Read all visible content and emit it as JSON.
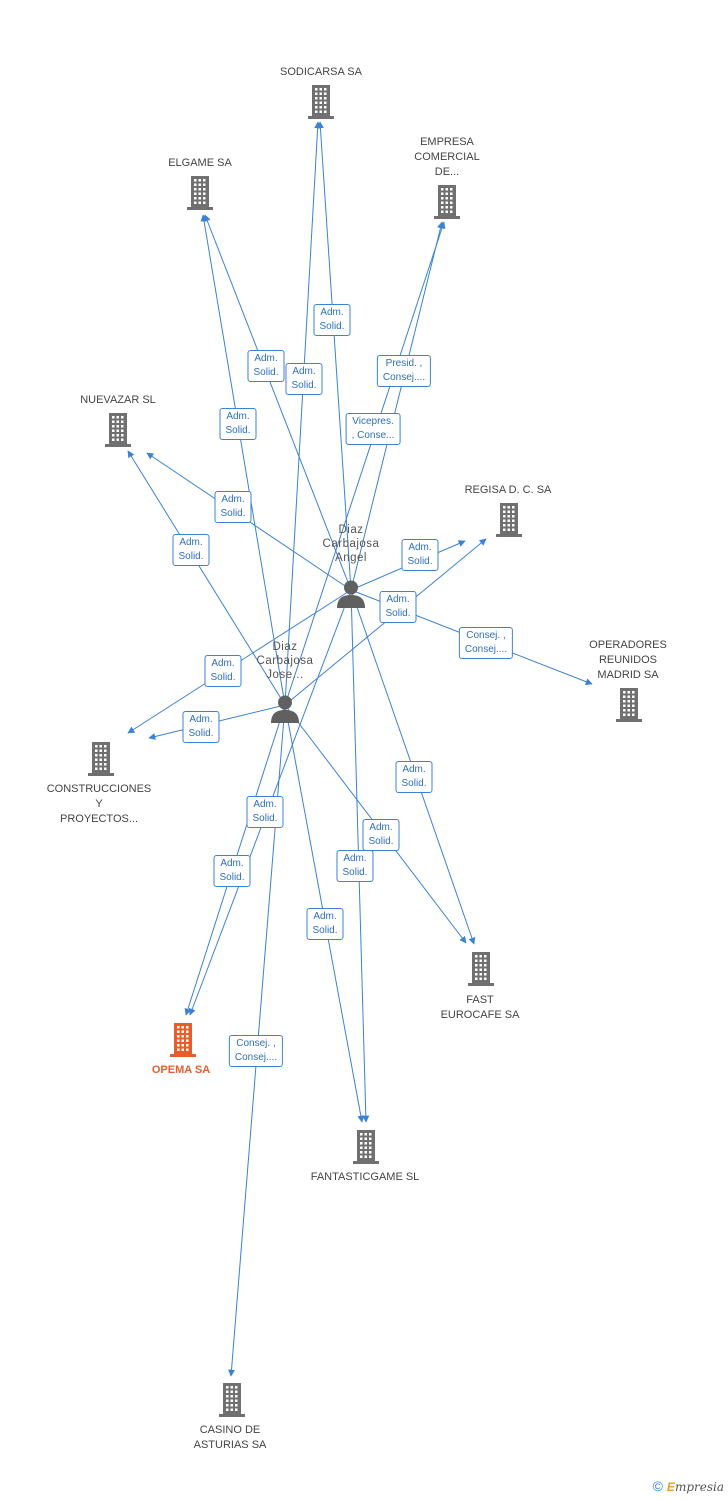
{
  "diagram": {
    "persons": [
      {
        "id": "angel",
        "label": "Diaz\nCarbajosa\nAngel"
      },
      {
        "id": "jose",
        "label": "Diaz\nCarbajosa\nJose..."
      }
    ],
    "companies": [
      {
        "id": "sodicarsa",
        "label": "SODICARSA SA"
      },
      {
        "id": "elgame",
        "label": "ELGAME SA"
      },
      {
        "id": "empresa",
        "label": "EMPRESA\nCOMERCIAL\nDE..."
      },
      {
        "id": "nuevazar",
        "label": "NUEVAZAR SL"
      },
      {
        "id": "regisa",
        "label": "REGISA D. C. SA"
      },
      {
        "id": "operadores",
        "label": "OPERADORES\nREUNIDOS\nMADRID SA"
      },
      {
        "id": "construcciones",
        "label": "CONSTRUCCIONES\nY\nPROYECTOS..."
      },
      {
        "id": "fast",
        "label": "FAST\nEUROCAFE SA"
      },
      {
        "id": "opema",
        "label": "OPEMA SA",
        "highlight": true
      },
      {
        "id": "fantasticgame",
        "label": "FANTASTICGAME SL"
      },
      {
        "id": "casino",
        "label": "CASINO DE\nASTURIAS SA"
      }
    ],
    "edges": [
      {
        "from": "angel",
        "to": "sodicarsa",
        "label": "Adm.\nSolid."
      },
      {
        "from": "angel",
        "to": "elgame",
        "label": "Adm.\nSolid."
      },
      {
        "from": "angel",
        "to": "empresa",
        "label": "Presid. ,\nConsej...."
      },
      {
        "from": "angel",
        "to": "nuevazar",
        "label": "Adm.\nSolid."
      },
      {
        "from": "angel",
        "to": "regisa",
        "label": "Adm.\nSolid."
      },
      {
        "from": "angel",
        "to": "operadores",
        "label": "Consej. ,\nConsej...."
      },
      {
        "from": "angel",
        "to": "construcciones",
        "label": "Adm.\nSolid."
      },
      {
        "from": "angel",
        "to": "fast",
        "label": "Adm.\nSolid."
      },
      {
        "from": "angel",
        "to": "opema",
        "label": "Adm.\nSolid."
      },
      {
        "from": "angel",
        "to": "fantasticgame",
        "label": "Adm.\nSolid."
      },
      {
        "from": "jose",
        "to": "sodicarsa",
        "label": "Adm.\nSolid."
      },
      {
        "from": "jose",
        "to": "elgame",
        "label": "Adm.\nSolid."
      },
      {
        "from": "jose",
        "to": "empresa",
        "label": "Vicepres.\n, Conse..."
      },
      {
        "from": "jose",
        "to": "nuevazar",
        "label": "Adm.\nSolid."
      },
      {
        "from": "jose",
        "to": "regisa",
        "label": "Adm.\nSolid."
      },
      {
        "from": "jose",
        "to": "construcciones",
        "label": "Adm.\nSolid."
      },
      {
        "from": "jose",
        "to": "fast",
        "label": "Adm.\nSolid."
      },
      {
        "from": "jose",
        "to": "opema",
        "label": "Adm.\nSolid."
      },
      {
        "from": "jose",
        "to": "fantasticgame",
        "label": "Adm.\nSolid."
      },
      {
        "from": "jose",
        "to": "casino",
        "label": "Consej. ,\nConsej...."
      }
    ]
  },
  "footer": {
    "copyright": "©",
    "brand_initial": "E",
    "brand_rest": "mpresia"
  },
  "colors": {
    "edge": "#3b82d4",
    "building": "#707070",
    "highlight": "#e85d2a",
    "person": "#606060"
  }
}
